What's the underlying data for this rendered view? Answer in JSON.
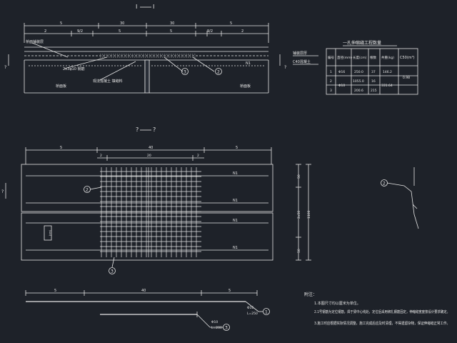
{
  "section_marks": {
    "top_a": "I",
    "top_b": "I",
    "mid_a": "?",
    "mid_b": "?",
    "edge_top_left": "?",
    "edge_top_right": "?",
    "edge_mid_left": "?"
  },
  "top_view": {
    "dims_row1": [
      "5",
      "30",
      "30",
      "5"
    ],
    "dims_row2": [
      "2",
      "9/2",
      "5",
      "5",
      "9/2",
      "2"
    ],
    "label_deck": "桥面铺装层",
    "label_left_slab": "桥面板",
    "label_right_slab": "桥面板",
    "label_bars": "2x3φ10 钢筋",
    "label_fill": "现浇混凝土 填缝料",
    "callout_3": "3",
    "callout_2": "2",
    "bar_n1": "N1",
    "side_note_1": "铺装层厚",
    "side_note_2": "C40混凝土"
  },
  "table": {
    "title": "一孔伸缩缝工程数量",
    "headers": [
      "编号",
      "直径(mm)",
      "长度(cm)",
      "根数",
      "共重(kg)",
      "C50(m³)"
    ],
    "rows": [
      [
        "1",
        "Φ16",
        "250.0",
        "37",
        "146.2",
        ""
      ],
      [
        "2",
        "Φ10",
        "1055.0",
        "16",
        "331.64",
        "0.98"
      ],
      [
        "3",
        "",
        "200.6",
        "215",
        "",
        ""
      ]
    ]
  },
  "plan_view": {
    "dims_top": [
      "5",
      "40",
      "5"
    ],
    "dims_sub": [
      "2",
      "20",
      "2"
    ],
    "n1_labels": [
      "N1",
      "N1",
      "N1",
      "N1"
    ],
    "callout_2": "2",
    "callout_3": "3",
    "center_label": "(cm)",
    "right_dims": [
      "50",
      "2x50",
      "50"
    ],
    "right_total": "1100"
  },
  "bar_detail": {
    "callout": "2",
    "callout_1": "1",
    "callout_3": "3",
    "bottom_dims": [
      "5",
      "40",
      "5"
    ],
    "bar1_label": "Φ16",
    "bar1_len": "L=250",
    "bar3_label": "Φ10",
    "bar3_len": "L=200"
  },
  "notes": {
    "title": "附注：",
    "items": [
      "1.本图尺寸均以厘米为单位。",
      "2.1号钢筋为定位钢筋，焊于梁中心线处，定位后采用绑扎钢筋固定，伸缩缝宽度按设计要求确定。",
      "3.施工时应根据实际情况调整，施工完成后应及时清理，不得遗留杂物，保证伸缩缝正常工作。"
    ]
  }
}
